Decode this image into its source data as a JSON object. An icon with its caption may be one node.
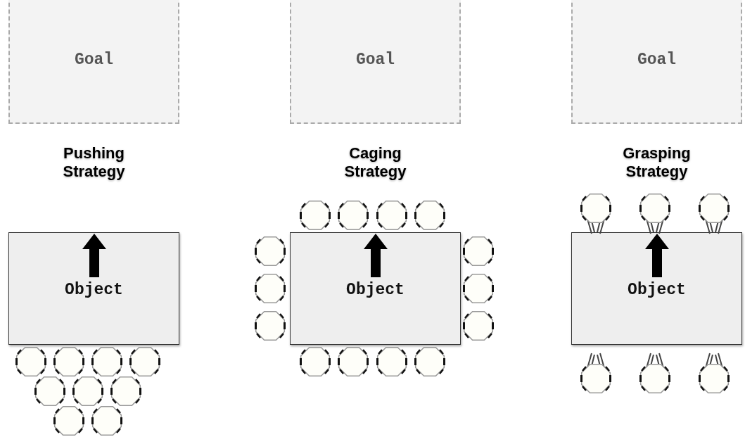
{
  "diagram": {
    "nodes": [
      {
        "text": [
          "Goal"
        ]
      },
      {
        "text": [
          "Goal"
        ]
      },
      {
        "text": [
          "Goal"
        ]
      },
      {
        "text": [
          "Object"
        ]
      },
      {
        "text": [
          "Object"
        ]
      },
      {
        "text": [
          "Object"
        ]
      }
    ],
    "labels": [
      "Pushing Strategy",
      "Caging Strategy",
      "Grasping Strategy"
    ]
  }
}
